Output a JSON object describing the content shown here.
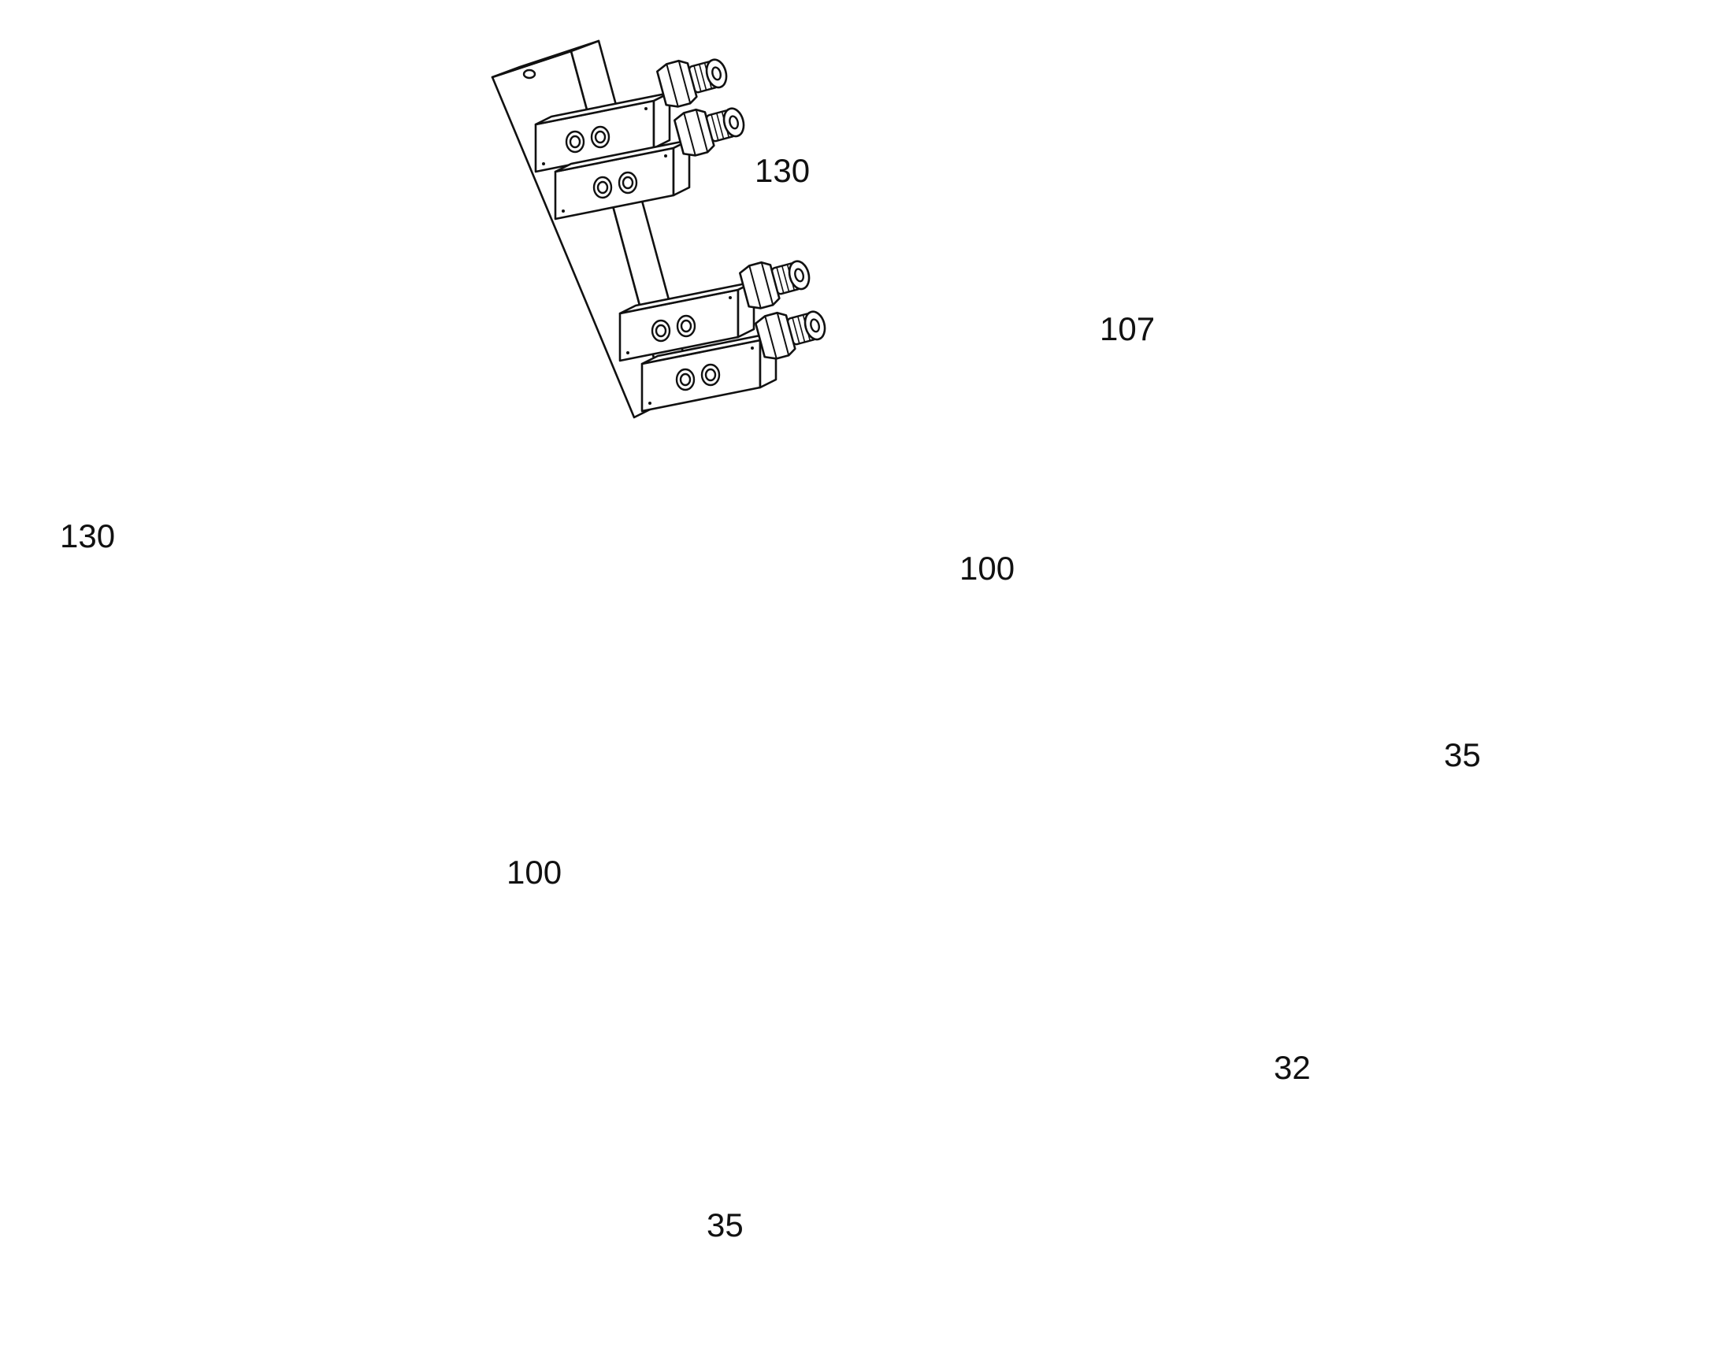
{
  "callouts": {
    "c130_top": "130",
    "c130_left": "130",
    "c107": "107",
    "c100_mid": "100",
    "c100_left": "100",
    "c35_right": "35",
    "c35_bottom": "35",
    "c32": "32"
  },
  "colors": {
    "line": "#111111",
    "background": "#ffffff"
  }
}
